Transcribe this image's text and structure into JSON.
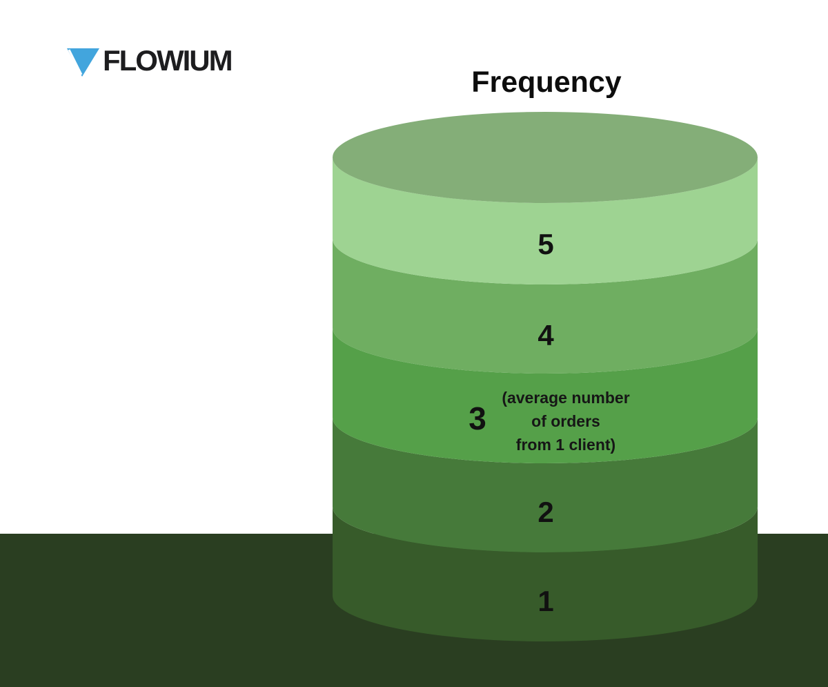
{
  "page": {
    "background": "#ffffff"
  },
  "logo": {
    "text": "FLOWIUM",
    "mark_color": "#42a5dd",
    "text_color": "#1d1d1f"
  },
  "title": {
    "text": "Frequency"
  },
  "ground": {
    "color": "#2a3e21"
  },
  "chart_data": {
    "type": "stacked-cylinder",
    "title": "Frequency",
    "top_color": "#84ae78",
    "highlighted_value": "3",
    "levels": [
      {
        "label": "1",
        "color": "#375b2a"
      },
      {
        "label": "2",
        "color": "#467a3a"
      },
      {
        "label": "3",
        "color": "#55a049",
        "annotation": "(average number of orders from 1 client)"
      },
      {
        "label": "4",
        "color": "#6fae61"
      },
      {
        "label": "5",
        "color": "#9ed392"
      }
    ]
  },
  "annotation": {
    "line1": "(average number",
    "line2": "of orders",
    "line3": "from 1 client)"
  }
}
